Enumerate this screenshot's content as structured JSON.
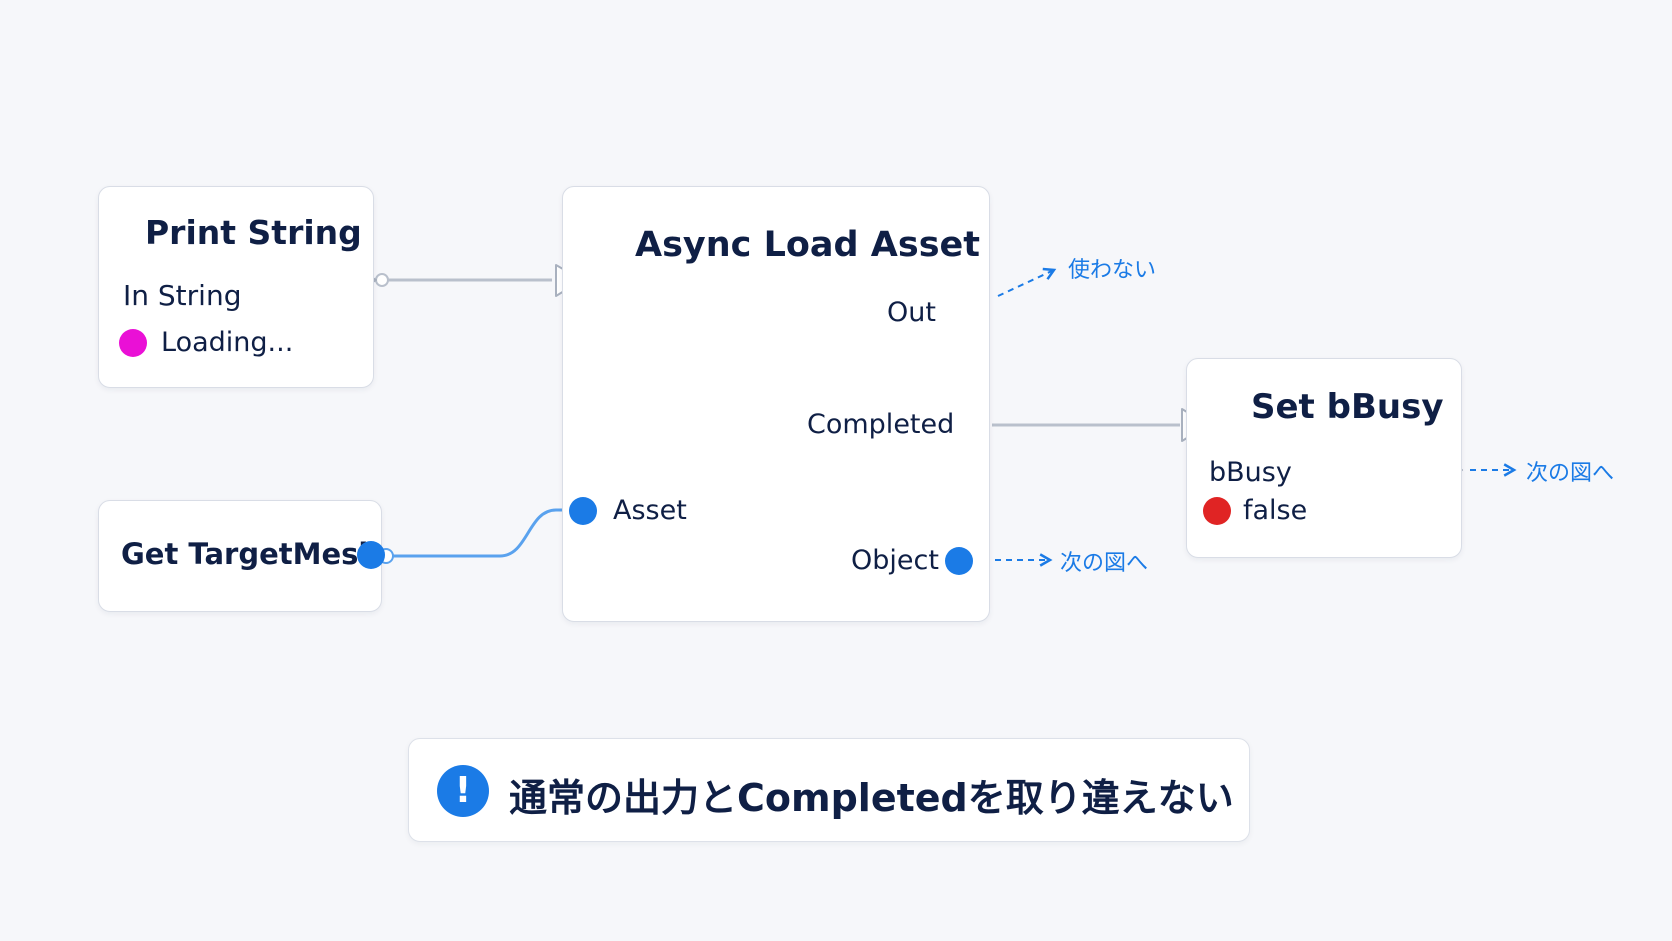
{
  "nodes": {
    "print_string": {
      "title": "Print String",
      "pin_label": "In String",
      "value": "Loading..."
    },
    "get_target_mesh": {
      "title": "Get TargetMesh"
    },
    "async_load_asset": {
      "title": "Async Load Asset",
      "out_label": "Out",
      "completed_label": "Completed",
      "asset_label": "Asset",
      "object_label": "Object"
    },
    "set_bbusy": {
      "title": "Set bBusy",
      "pin_label": "bBusy",
      "value": "false"
    }
  },
  "annotations": {
    "unused": "使わない",
    "to_next_object": "次の図へ",
    "to_next_exec": "次の図へ"
  },
  "callout": {
    "icon": "!",
    "text": "通常の出力とCompletedを取り違えない"
  },
  "colors": {
    "string_pin": "#ea10d6",
    "object_pin": "#1b7be6",
    "bool_pin": "#e02424",
    "accent": "#1b7be6",
    "exec_wire": "#b9c0cc"
  }
}
